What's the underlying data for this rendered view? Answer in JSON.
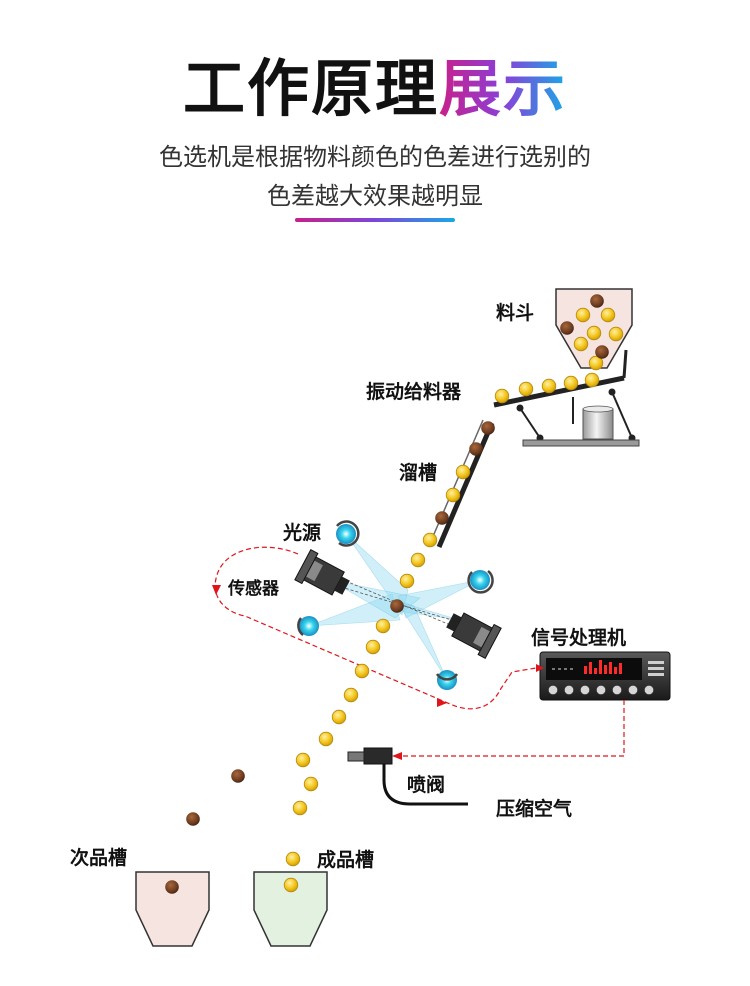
{
  "header": {
    "title_main": "工作原理",
    "title_highlight": "展示",
    "subtitle_line1": "色选机是根据物料颜色的色差进行选别的",
    "subtitle_line2": "色差越大效果越明显"
  },
  "labels": {
    "hopper": "料斗",
    "feeder": "振动给料器",
    "chute": "溜槽",
    "light_source": "光源",
    "sensor": "传感器",
    "processor": "信号处理机",
    "valve": "喷阀",
    "air": "压缩空气",
    "reject_bin": "次品槽",
    "accept_bin": "成品槽"
  },
  "colors": {
    "good_grain": "#f2c318",
    "bad_grain": "#6b3a1f",
    "signal_line": "#e0151b",
    "light_beam": "#8ed8f0",
    "accept_bin": "#e3f1e1",
    "reject_bin": "#f6e4e1"
  }
}
